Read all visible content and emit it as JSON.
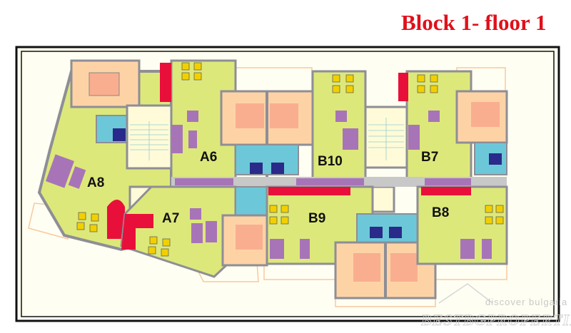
{
  "title": "Block 1- floor 1",
  "apartments": {
    "a6": "A6",
    "a7": "A7",
    "a8": "A8",
    "b7": "B7",
    "b8": "B8",
    "b9": "B9",
    "b10": "B10"
  },
  "watermark": {
    "tagline": "discover bulgaria",
    "brand": "BESTBGPROPERTIES"
  },
  "colors": {
    "title": "#e0101a",
    "living": "#dde87a",
    "bedroom": "#fdd3a6",
    "bed": "#f9ae8f",
    "bathroom": "#6cc8d8",
    "kitchen": "#e8103a",
    "furniture": "#a874b8",
    "wall": "#8e8e96",
    "stairs": "#fffbd8"
  }
}
